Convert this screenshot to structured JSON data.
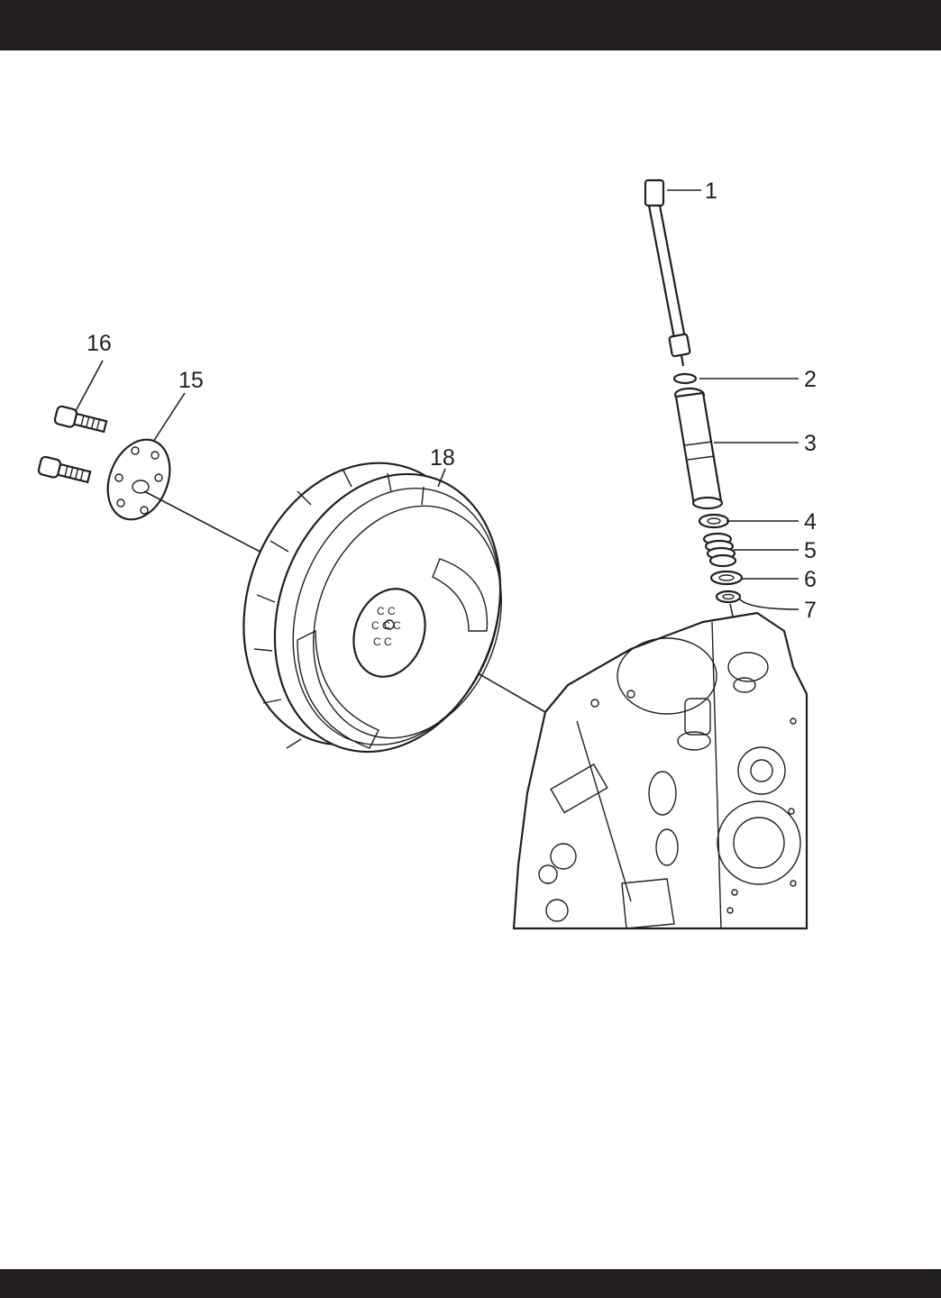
{
  "callouts": [
    {
      "id": "1",
      "label": "1"
    },
    {
      "id": "2",
      "label": "2"
    },
    {
      "id": "3",
      "label": "3"
    },
    {
      "id": "4",
      "label": "4"
    },
    {
      "id": "5",
      "label": "5"
    },
    {
      "id": "6",
      "label": "6"
    },
    {
      "id": "7",
      "label": "7"
    },
    {
      "id": "15",
      "label": "15"
    },
    {
      "id": "16",
      "label": "16"
    },
    {
      "id": "18",
      "label": "18"
    }
  ]
}
